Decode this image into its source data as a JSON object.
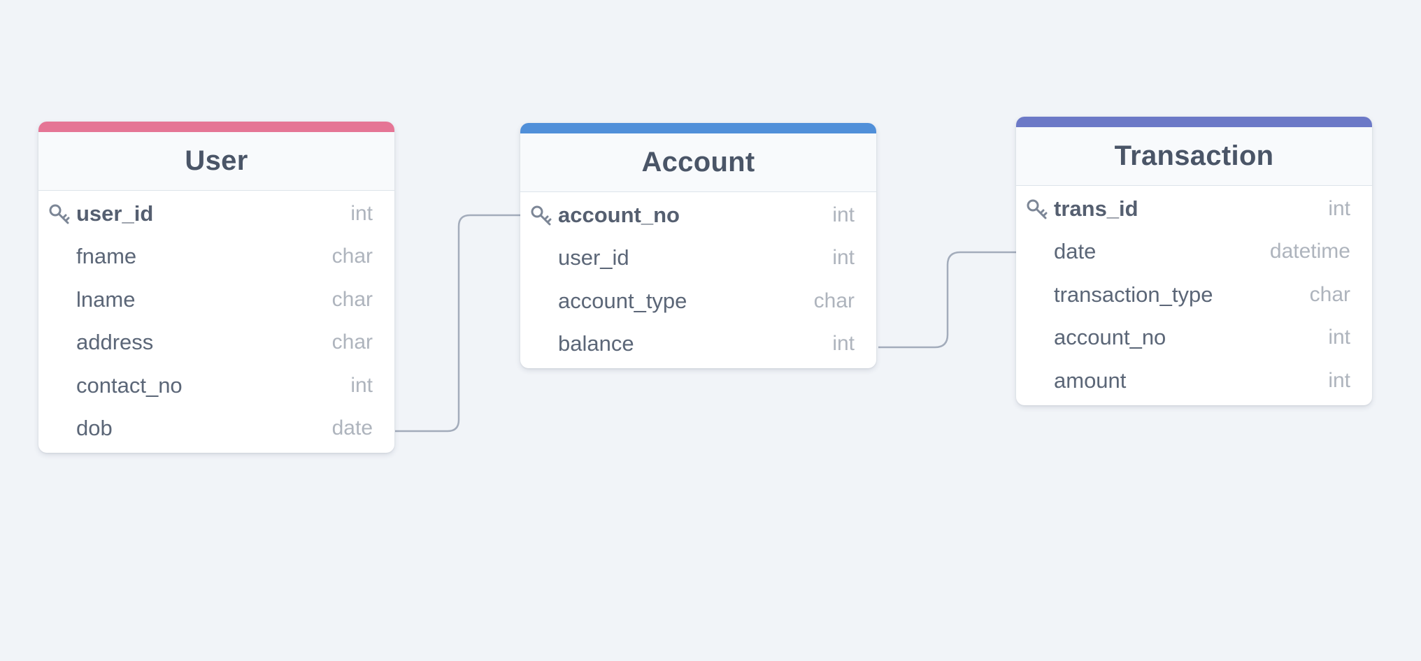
{
  "colors": {
    "background": "#f1f4f8",
    "connector": "#a3acbb",
    "user_accent": "#e57595",
    "account_accent": "#508fd9",
    "transaction_accent": "#6c79c7"
  },
  "tables": {
    "user": {
      "title": "User",
      "fields": [
        {
          "name": "user_id",
          "type": "int",
          "primary_key": true
        },
        {
          "name": "fname",
          "type": "char"
        },
        {
          "name": "lname",
          "type": "char"
        },
        {
          "name": "address",
          "type": "char"
        },
        {
          "name": "contact_no",
          "type": "int"
        },
        {
          "name": "dob",
          "type": "date"
        }
      ]
    },
    "account": {
      "title": "Account",
      "fields": [
        {
          "name": "account_no",
          "type": "int",
          "primary_key": true
        },
        {
          "name": "user_id",
          "type": "int"
        },
        {
          "name": "account_type",
          "type": "char"
        },
        {
          "name": "balance",
          "type": "int"
        }
      ]
    },
    "transaction": {
      "title": "Transaction",
      "fields": [
        {
          "name": "trans_id",
          "type": "int",
          "primary_key": true
        },
        {
          "name": "date",
          "type": "datetime"
        },
        {
          "name": "transaction_type",
          "type": "char"
        },
        {
          "name": "account_no",
          "type": "int"
        },
        {
          "name": "amount",
          "type": "int"
        }
      ]
    }
  },
  "icons": {
    "primary_key": "key-icon"
  }
}
